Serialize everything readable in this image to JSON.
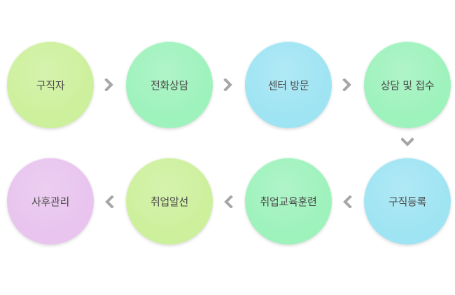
{
  "steps": [
    {
      "label": "구직자",
      "color": "#cdf09c"
    },
    {
      "label": "전화상담",
      "color": "#9ef2bc"
    },
    {
      "label": "센터 방문",
      "color": "#9fe4f3"
    },
    {
      "label": "상담 및 접수",
      "color": "#9ef2bc"
    },
    {
      "label": "구직등록",
      "color": "#9fe4f3"
    },
    {
      "label": "취업교육훈련",
      "color": "#9ef2bc"
    },
    {
      "label": "취업알선",
      "color": "#cdf09c"
    },
    {
      "label": "사후관리",
      "color": "#e8c4ee"
    }
  ],
  "arrow_color": "#a6a6a6"
}
